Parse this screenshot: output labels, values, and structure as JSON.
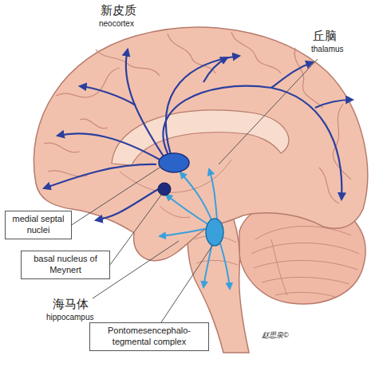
{
  "diagram": {
    "nodes": [
      {
        "text": [
          "medial septal nuclei"
        ]
      },
      {
        "text": [
          "basal nucleus of Meynert"
        ]
      },
      {
        "text": [
          "Pontomesencephalo- tegmental complex"
        ]
      }
    ],
    "labels": [
      "新皮质",
      "neocortex",
      "丘脑",
      "thalamus",
      "海马体",
      "hippocampus",
      "赵思泉©"
    ]
  }
}
